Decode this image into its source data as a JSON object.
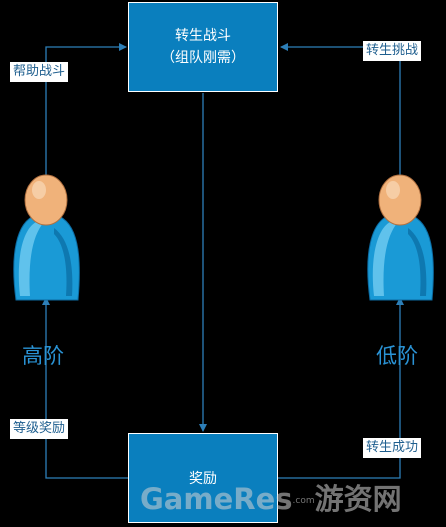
{
  "nodes": {
    "top_title": "转生战斗",
    "top_subtitle": "（组队刚需）",
    "bottom": "奖励"
  },
  "edge_labels": {
    "help": "帮助战斗",
    "challenge": "转生挑战",
    "grade_reward": "等级奖励",
    "success": "转生成功"
  },
  "ranks": {
    "high": "高阶",
    "low": "低阶"
  },
  "watermark": {
    "main": "GameRes",
    "com": ".com",
    "cn": "游资网"
  },
  "colors": {
    "box": "#0a7fbe",
    "line": "#2d7fb8",
    "rank_text": "#2a93d5"
  }
}
